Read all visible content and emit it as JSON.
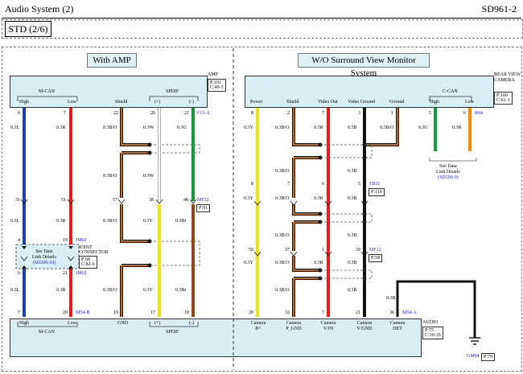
{
  "header": {
    "title": "Audio System (2)",
    "code": "SD961-2"
  },
  "section": {
    "label": "STD (2/6)"
  },
  "left_panel": {
    "title": "With AMP"
  },
  "right_panel": {
    "title": "W/O Surround View Monitor System"
  },
  "amp": {
    "name": "AMP",
    "ref": "P:101",
    "ref2": "C:40-3",
    "group_mcan": "M-CAN",
    "group_spdif": "SPDIF",
    "pins": {
      "high": "High",
      "low": "Low",
      "shield": "Shield",
      "plus": "(+)",
      "minus": "(-)"
    },
    "conn": "F13-A"
  },
  "camera": {
    "name": "REAR VIEW CAMERA",
    "ref": "P:160",
    "ref2": "C:61-1",
    "group_ccan": "C-CAN",
    "pins": {
      "power": "Power",
      "shield": "Shield",
      "video_out": "Video Out",
      "video_ground": "Video Ground",
      "ground": "Ground",
      "high": "High",
      "low": "Low"
    },
    "conn": "R04"
  },
  "joint": {
    "name": "JOINT",
    "name2": "CONNECTOR",
    "ref": "P:68",
    "ref2": "C:82-6",
    "note1": "See Data",
    "note2": "Link Details",
    "note3": "(SD200-10)"
  },
  "ccan_note": {
    "l1": "See Data",
    "l2": "Link Details",
    "l3": "(SD200-9)"
  },
  "connectors": {
    "jm02": "JM02",
    "mf22": "MF22",
    "mf22_ref": "P:91",
    "fr31": "FR31",
    "fr31_ref": "P:110",
    "mf12": "MF12",
    "mf12_ref": "P:58",
    "m54b": "M54-B",
    "m54a": "M54-A",
    "gm04": "GM04",
    "gm04_ref": "P:79"
  },
  "audio": {
    "name": "AUDIO",
    "ref": "P:75",
    "ref2": "C:10-16",
    "bottom_labels": {
      "high": "High",
      "low": "Low",
      "gnd": "GND",
      "plus": "(+)",
      "minus": "(-)",
      "mcan": "M-CAN",
      "spdif": "SPDIF"
    },
    "cam_labels": [
      [
        "Camera",
        "B+"
      ],
      [
        "Camera",
        "P_GND"
      ],
      [
        "Camera",
        "V/IN"
      ],
      [
        "Camera",
        "V/GND"
      ],
      [
        "Camera",
        "DET"
      ]
    ]
  },
  "wires": {
    "l1": "0.3L",
    "r1": "0.3R",
    "bo": "0.3B/O",
    "w": "0.3W",
    "g": "0.3G",
    "y": "0.3Y",
    "br": "0.3Br",
    "b": "0.3B"
  },
  "pins": {
    "amp_top": [
      "6",
      "7",
      "22",
      "20",
      "21"
    ],
    "mid_31": "31",
    "mid_51": "51",
    "mid_57": "57",
    "mid_38": "38",
    "mid_48": "48",
    "j4": "4",
    "j19": "19",
    "j6": "6",
    "j21": "21",
    "aud_bottom": [
      "7",
      "20",
      "19",
      "17",
      "18"
    ],
    "cam_top": [
      "8",
      "2",
      "7",
      "3",
      "1",
      "5",
      "6"
    ],
    "fr_left": [
      "8",
      "7",
      "6",
      "5"
    ],
    "mf12": [
      "58",
      "37",
      "1",
      "39"
    ],
    "aud_cam": [
      "20",
      "32",
      "7",
      "21",
      "36"
    ]
  },
  "colors": {
    "blue": "#1f3fae",
    "red": "#e81c1c",
    "orange": "#ff8a00",
    "black": "#111111",
    "green": "#139c3a",
    "yellow": "#e6e619",
    "brown": "#8a4a1a",
    "white": "#ffffff",
    "panel": "#d8f0f4"
  }
}
